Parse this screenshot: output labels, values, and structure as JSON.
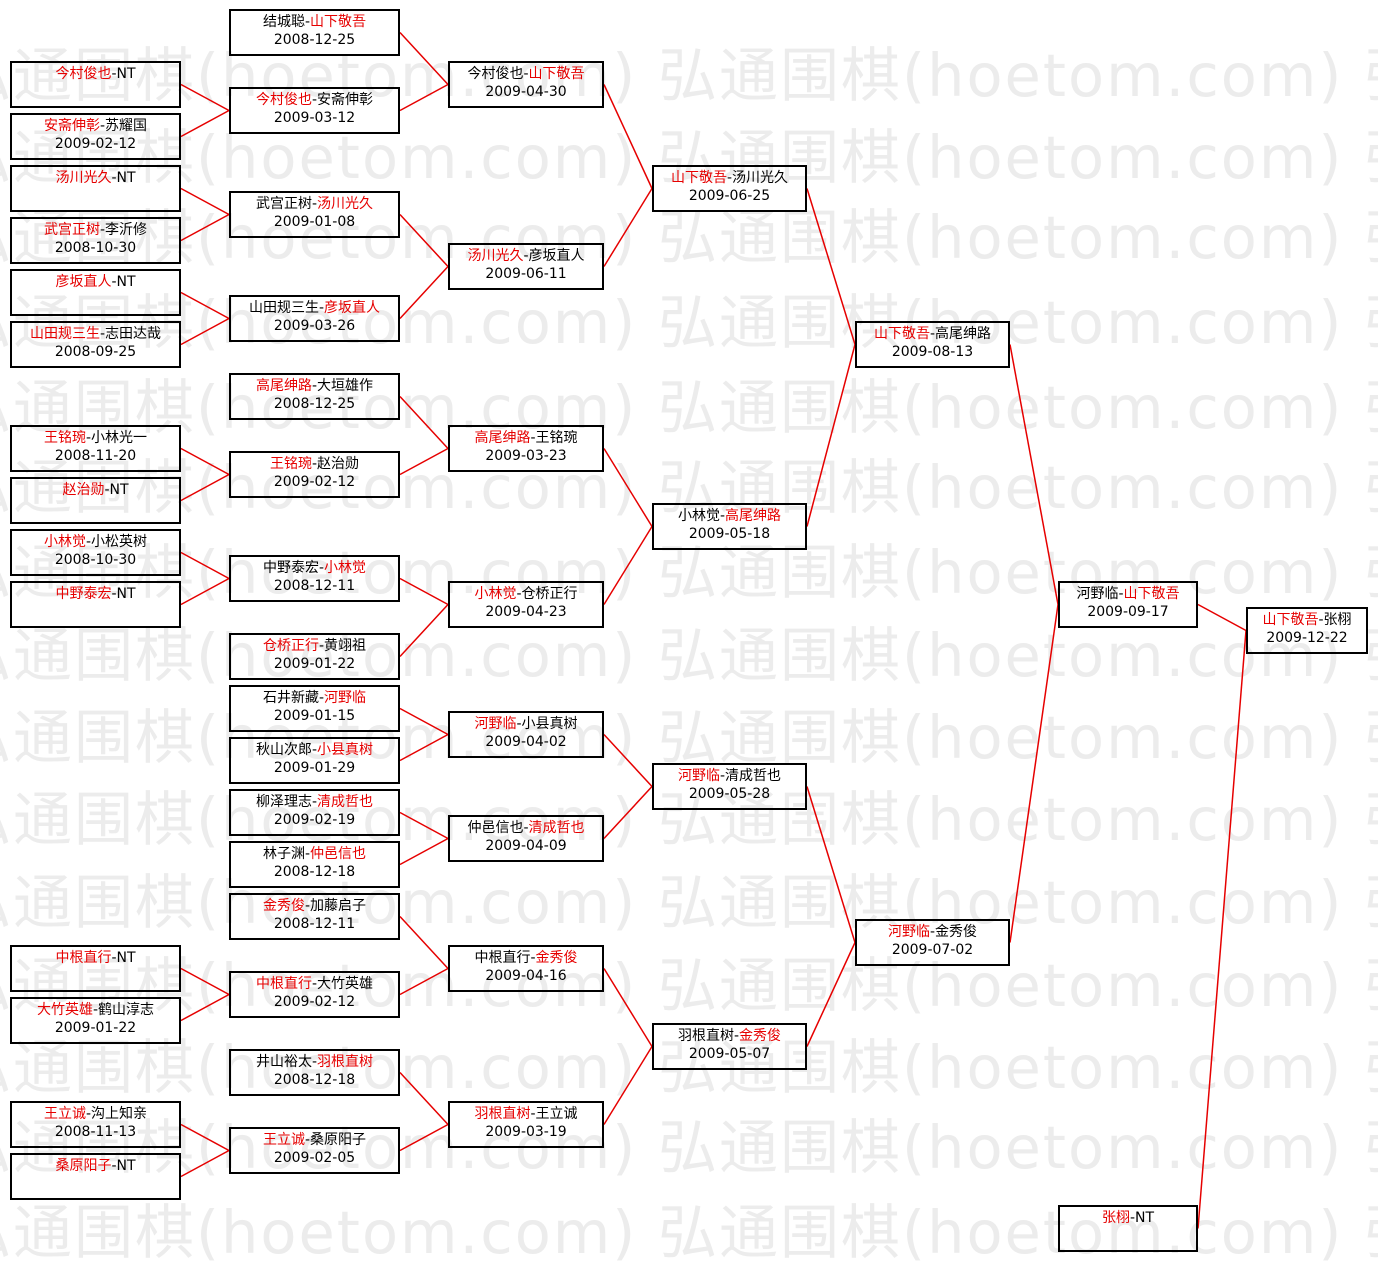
{
  "watermark": "弘通围棋(hoetom.com)",
  "colors": {
    "winner": "#e60000",
    "line": "#e60000",
    "border": "#000000",
    "watermark": "#ececec"
  },
  "matches": [
    {
      "id": "r1_01",
      "p1": "今村俊也",
      "p2": "NT",
      "winner": 1,
      "date": ""
    },
    {
      "id": "r1_02",
      "p1": "安斋伸彰",
      "p2": "苏耀国",
      "winner": 1,
      "date": "2009-02-12"
    },
    {
      "id": "r1_03",
      "p1": "汤川光久",
      "p2": "NT",
      "winner": 1,
      "date": ""
    },
    {
      "id": "r1_04",
      "p1": "武宫正树",
      "p2": "李沂修",
      "winner": 1,
      "date": "2008-10-30"
    },
    {
      "id": "r1_05",
      "p1": "彦坂直人",
      "p2": "NT",
      "winner": 1,
      "date": ""
    },
    {
      "id": "r1_06",
      "p1": "山田规三生",
      "p2": "志田达哉",
      "winner": 1,
      "date": "2008-09-25"
    },
    {
      "id": "r1_07",
      "p1": "王铭琬",
      "p2": "小林光一",
      "winner": 1,
      "date": "2008-11-20"
    },
    {
      "id": "r1_08",
      "p1": "赵治勋",
      "p2": "NT",
      "winner": 1,
      "date": ""
    },
    {
      "id": "r1_09",
      "p1": "小林觉",
      "p2": "小松英树",
      "winner": 1,
      "date": "2008-10-30"
    },
    {
      "id": "r1_10",
      "p1": "中野泰宏",
      "p2": "NT",
      "winner": 1,
      "date": ""
    },
    {
      "id": "r1_11",
      "p1": "中根直行",
      "p2": "NT",
      "winner": 1,
      "date": ""
    },
    {
      "id": "r1_12",
      "p1": "大竹英雄",
      "p2": "鹤山淳志",
      "winner": 1,
      "date": "2009-01-22"
    },
    {
      "id": "r1_13",
      "p1": "王立诚",
      "p2": "沟上知亲",
      "winner": 1,
      "date": "2008-11-13"
    },
    {
      "id": "r1_14",
      "p1": "桑原阳子",
      "p2": "NT",
      "winner": 1,
      "date": ""
    },
    {
      "id": "r2_01",
      "p1": "结城聪",
      "p2": "山下敬吾",
      "winner": 2,
      "date": "2008-12-25"
    },
    {
      "id": "r2_02",
      "p1": "今村俊也",
      "p2": "安斋伸彰",
      "winner": 1,
      "date": "2009-03-12"
    },
    {
      "id": "r2_03",
      "p1": "武宫正树",
      "p2": "汤川光久",
      "winner": 2,
      "date": "2009-01-08"
    },
    {
      "id": "r2_04",
      "p1": "山田规三生",
      "p2": "彦坂直人",
      "winner": 2,
      "date": "2009-03-26"
    },
    {
      "id": "r2_05",
      "p1": "高尾绅路",
      "p2": "大垣雄作",
      "winner": 1,
      "date": "2008-12-25"
    },
    {
      "id": "r2_06",
      "p1": "王铭琬",
      "p2": "赵治勋",
      "winner": 1,
      "date": "2009-02-12"
    },
    {
      "id": "r2_07",
      "p1": "中野泰宏",
      "p2": "小林觉",
      "winner": 2,
      "date": "2008-12-11"
    },
    {
      "id": "r2_08",
      "p1": "仓桥正行",
      "p2": "黄翊祖",
      "winner": 1,
      "date": "2009-01-22"
    },
    {
      "id": "r2_09",
      "p1": "石井新藏",
      "p2": "河野临",
      "winner": 2,
      "date": "2009-01-15"
    },
    {
      "id": "r2_10",
      "p1": "秋山次郎",
      "p2": "小县真树",
      "winner": 2,
      "date": "2009-01-29"
    },
    {
      "id": "r2_11",
      "p1": "柳泽理志",
      "p2": "清成哲也",
      "winner": 2,
      "date": "2009-02-19"
    },
    {
      "id": "r2_12",
      "p1": "林子渊",
      "p2": "仲邑信也",
      "winner": 2,
      "date": "2008-12-18"
    },
    {
      "id": "r2_13",
      "p1": "金秀俊",
      "p2": "加藤启子",
      "winner": 1,
      "date": "2008-12-11"
    },
    {
      "id": "r2_14",
      "p1": "中根直行",
      "p2": "大竹英雄",
      "winner": 1,
      "date": "2009-02-12"
    },
    {
      "id": "r2_15",
      "p1": "井山裕太",
      "p2": "羽根直树",
      "winner": 2,
      "date": "2008-12-18"
    },
    {
      "id": "r2_16",
      "p1": "王立诚",
      "p2": "桑原阳子",
      "winner": 1,
      "date": "2009-02-05"
    },
    {
      "id": "r3_1",
      "p1": "今村俊也",
      "p2": "山下敬吾",
      "winner": 2,
      "date": "2009-04-30"
    },
    {
      "id": "r3_2",
      "p1": "汤川光久",
      "p2": "彦坂直人",
      "winner": 1,
      "date": "2009-06-11"
    },
    {
      "id": "r3_3",
      "p1": "高尾绅路",
      "p2": "王铭琬",
      "winner": 1,
      "date": "2009-03-23"
    },
    {
      "id": "r3_4",
      "p1": "小林觉",
      "p2": "仓桥正行",
      "winner": 1,
      "date": "2009-04-23"
    },
    {
      "id": "r3_5",
      "p1": "河野临",
      "p2": "小县真树",
      "winner": 1,
      "date": "2009-04-02"
    },
    {
      "id": "r3_6",
      "p1": "仲邑信也",
      "p2": "清成哲也",
      "winner": 2,
      "date": "2009-04-09"
    },
    {
      "id": "r3_7",
      "p1": "中根直行",
      "p2": "金秀俊",
      "winner": 2,
      "date": "2009-04-16"
    },
    {
      "id": "r3_8",
      "p1": "羽根直树",
      "p2": "王立诚",
      "winner": 1,
      "date": "2009-03-19"
    },
    {
      "id": "r4_1",
      "p1": "山下敬吾",
      "p2": "汤川光久",
      "winner": 1,
      "date": "2009-06-25"
    },
    {
      "id": "r4_2",
      "p1": "小林觉",
      "p2": "高尾绅路",
      "winner": 2,
      "date": "2009-05-18"
    },
    {
      "id": "r4_3",
      "p1": "河野临",
      "p2": "清成哲也",
      "winner": 1,
      "date": "2009-05-28"
    },
    {
      "id": "r4_4",
      "p1": "羽根直树",
      "p2": "金秀俊",
      "winner": 2,
      "date": "2009-05-07"
    },
    {
      "id": "r5_1",
      "p1": "山下敬吾",
      "p2": "高尾绅路",
      "winner": 1,
      "date": "2009-08-13"
    },
    {
      "id": "r5_2",
      "p1": "河野临",
      "p2": "金秀俊",
      "winner": 1,
      "date": "2009-07-02"
    },
    {
      "id": "r6_1",
      "p1": "河野临",
      "p2": "山下敬吾",
      "winner": 2,
      "date": "2009-09-17"
    },
    {
      "id": "r6_2",
      "p1": "张栩",
      "p2": "NT",
      "winner": 1,
      "date": ""
    },
    {
      "id": "final",
      "p1": "山下敬吾",
      "p2": "张栩",
      "winner": 1,
      "date": "2009-12-22"
    }
  ]
}
